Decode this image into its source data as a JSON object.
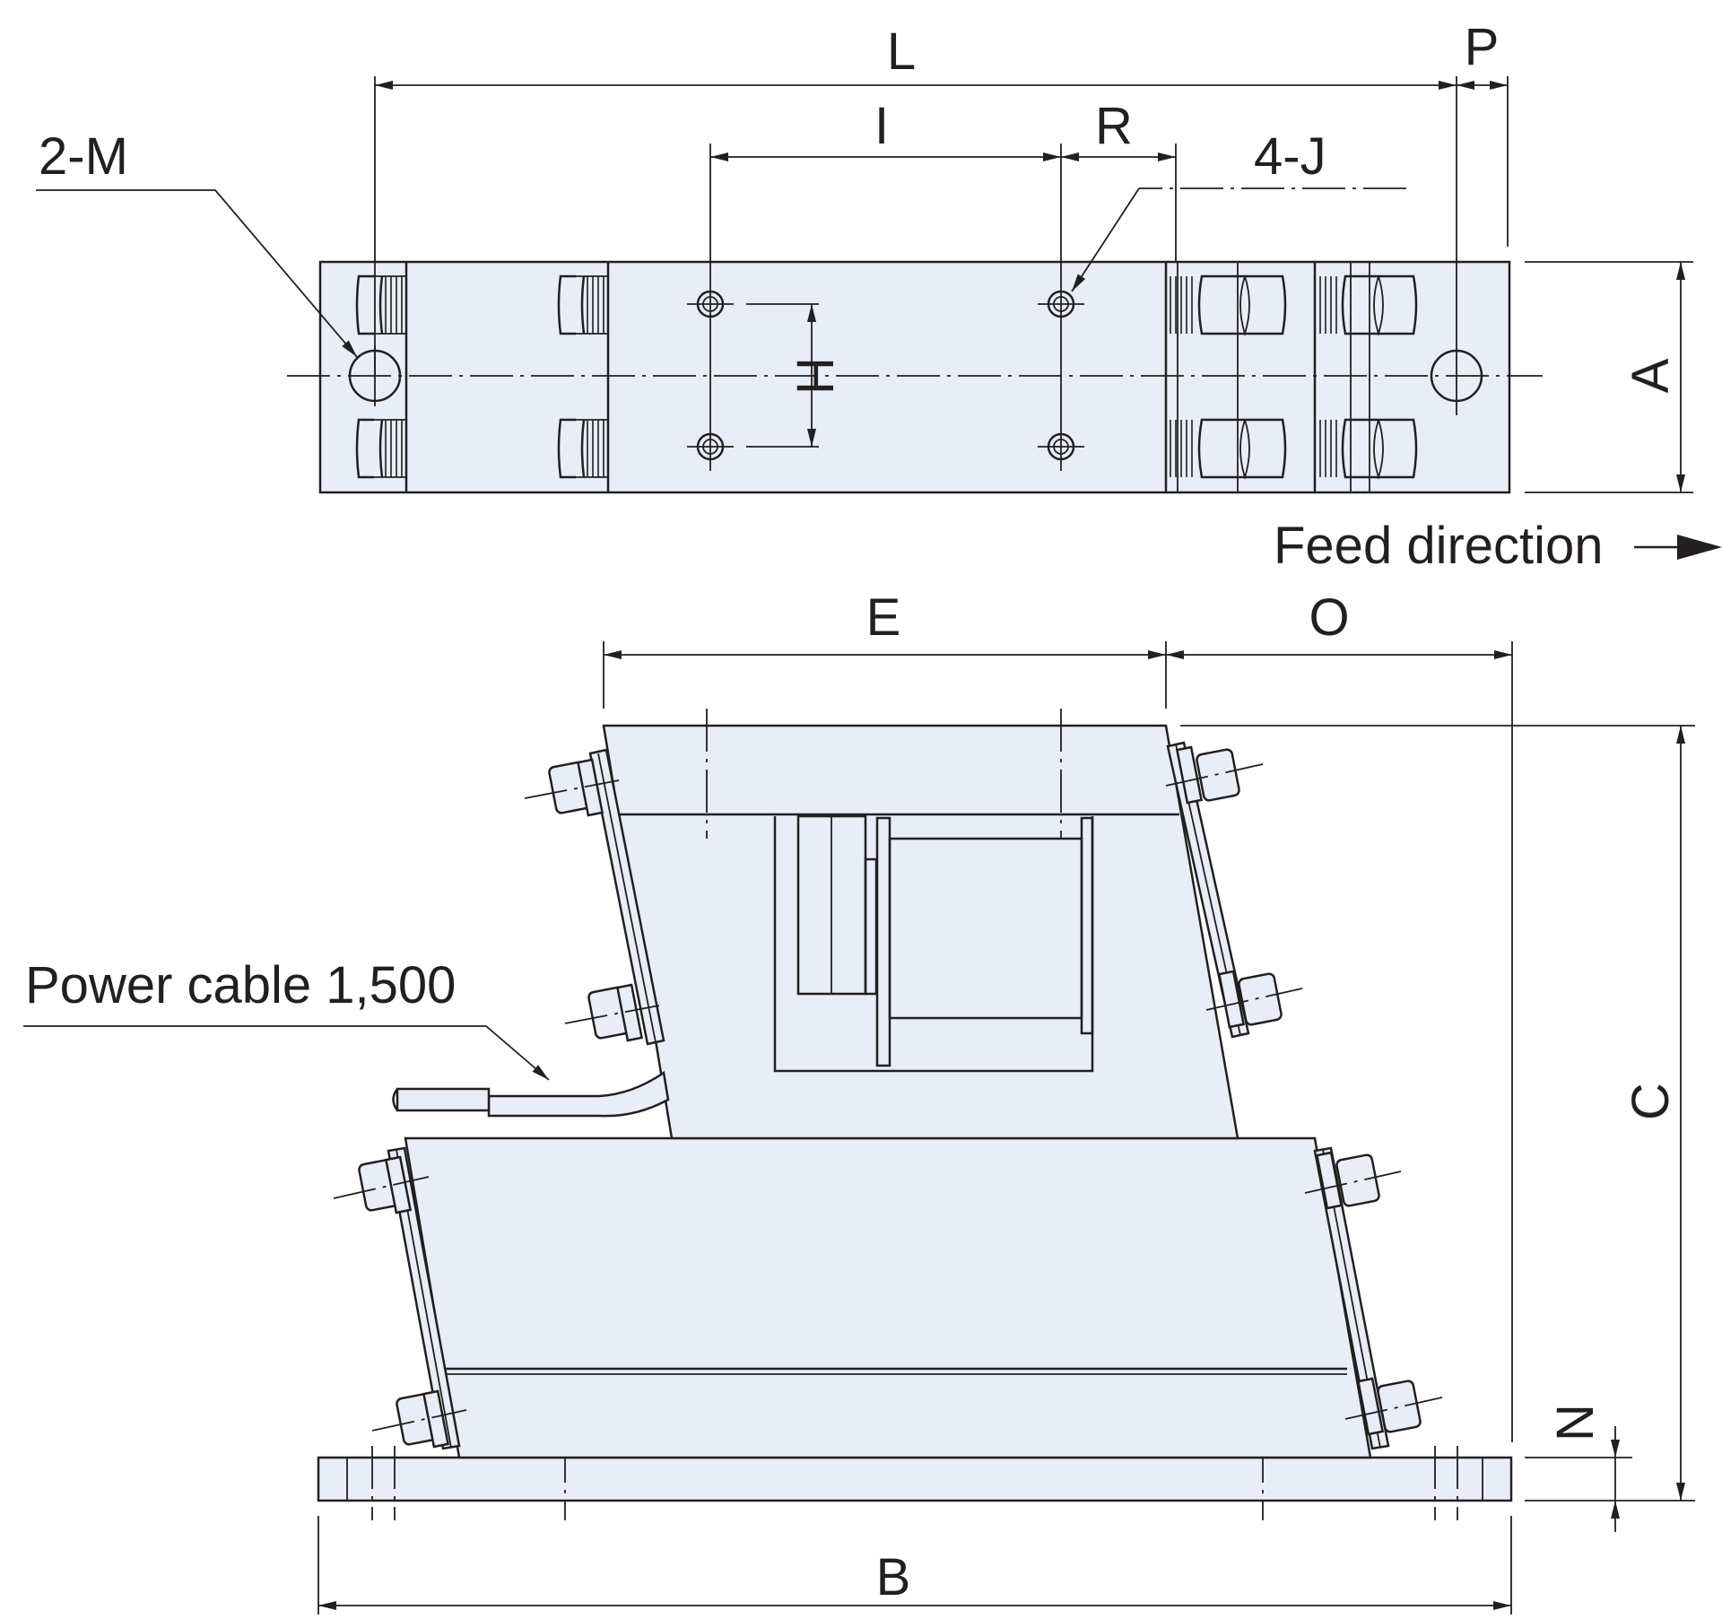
{
  "labels": {
    "L": "L",
    "P": "P",
    "I": "I",
    "R": "R",
    "two_m": "2-M",
    "four_j": "4-J",
    "H": "H",
    "A": "A",
    "feed_direction": "Feed direction",
    "E": "E",
    "O": "O",
    "C": "C",
    "power_cable": "Power cable 1,500",
    "N": "N",
    "B": "B"
  },
  "colors": {
    "body_fill": "#e8edf7",
    "line": "#231f20"
  }
}
